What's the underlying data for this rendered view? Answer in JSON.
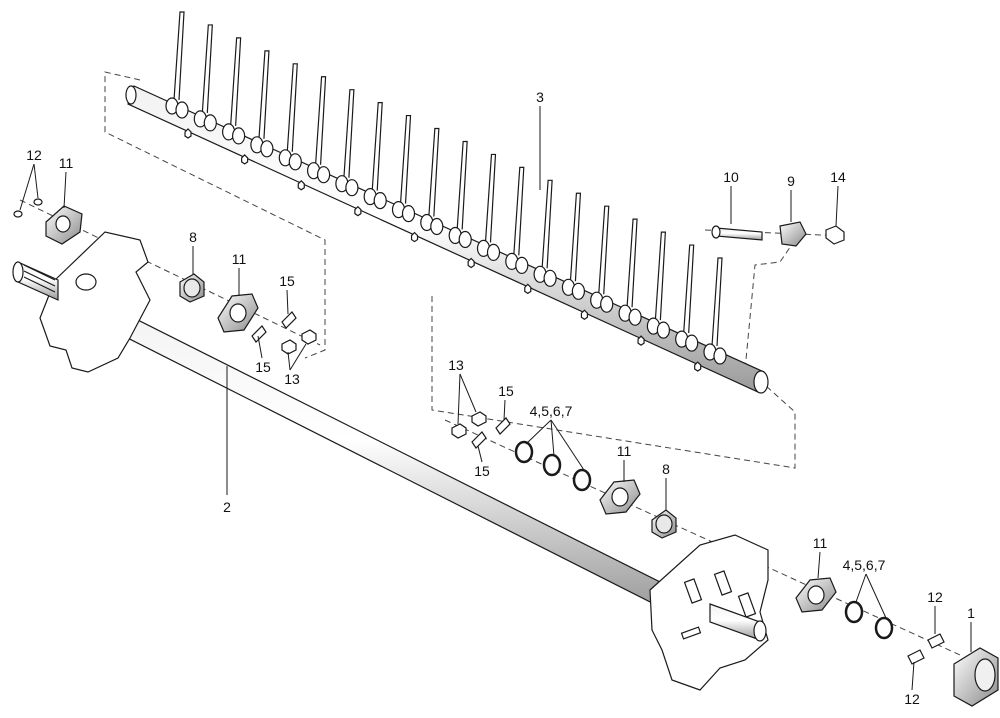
{
  "diagram": {
    "colors": {
      "line": "#1a1a1a",
      "part_fill": "#ffffff",
      "shade": "#d8d8d8",
      "dashed": "#444444"
    },
    "callouts": {
      "c1": "1",
      "c2": "2",
      "c3": "3",
      "c8a": "8",
      "c8b": "8",
      "c9": "9",
      "c10": "10",
      "c11a": "11",
      "c11b": "11",
      "c11c": "11",
      "c11d": "11",
      "c12a": "12",
      "c12b": "12",
      "c12c": "12",
      "c13a": "13",
      "c13b": "13",
      "c14": "14",
      "c15a": "15",
      "c15b": "15",
      "c15c": "15",
      "c15d": "15",
      "c4567a": "4,5,6,7",
      "c4567b": "4,5,6,7"
    }
  }
}
